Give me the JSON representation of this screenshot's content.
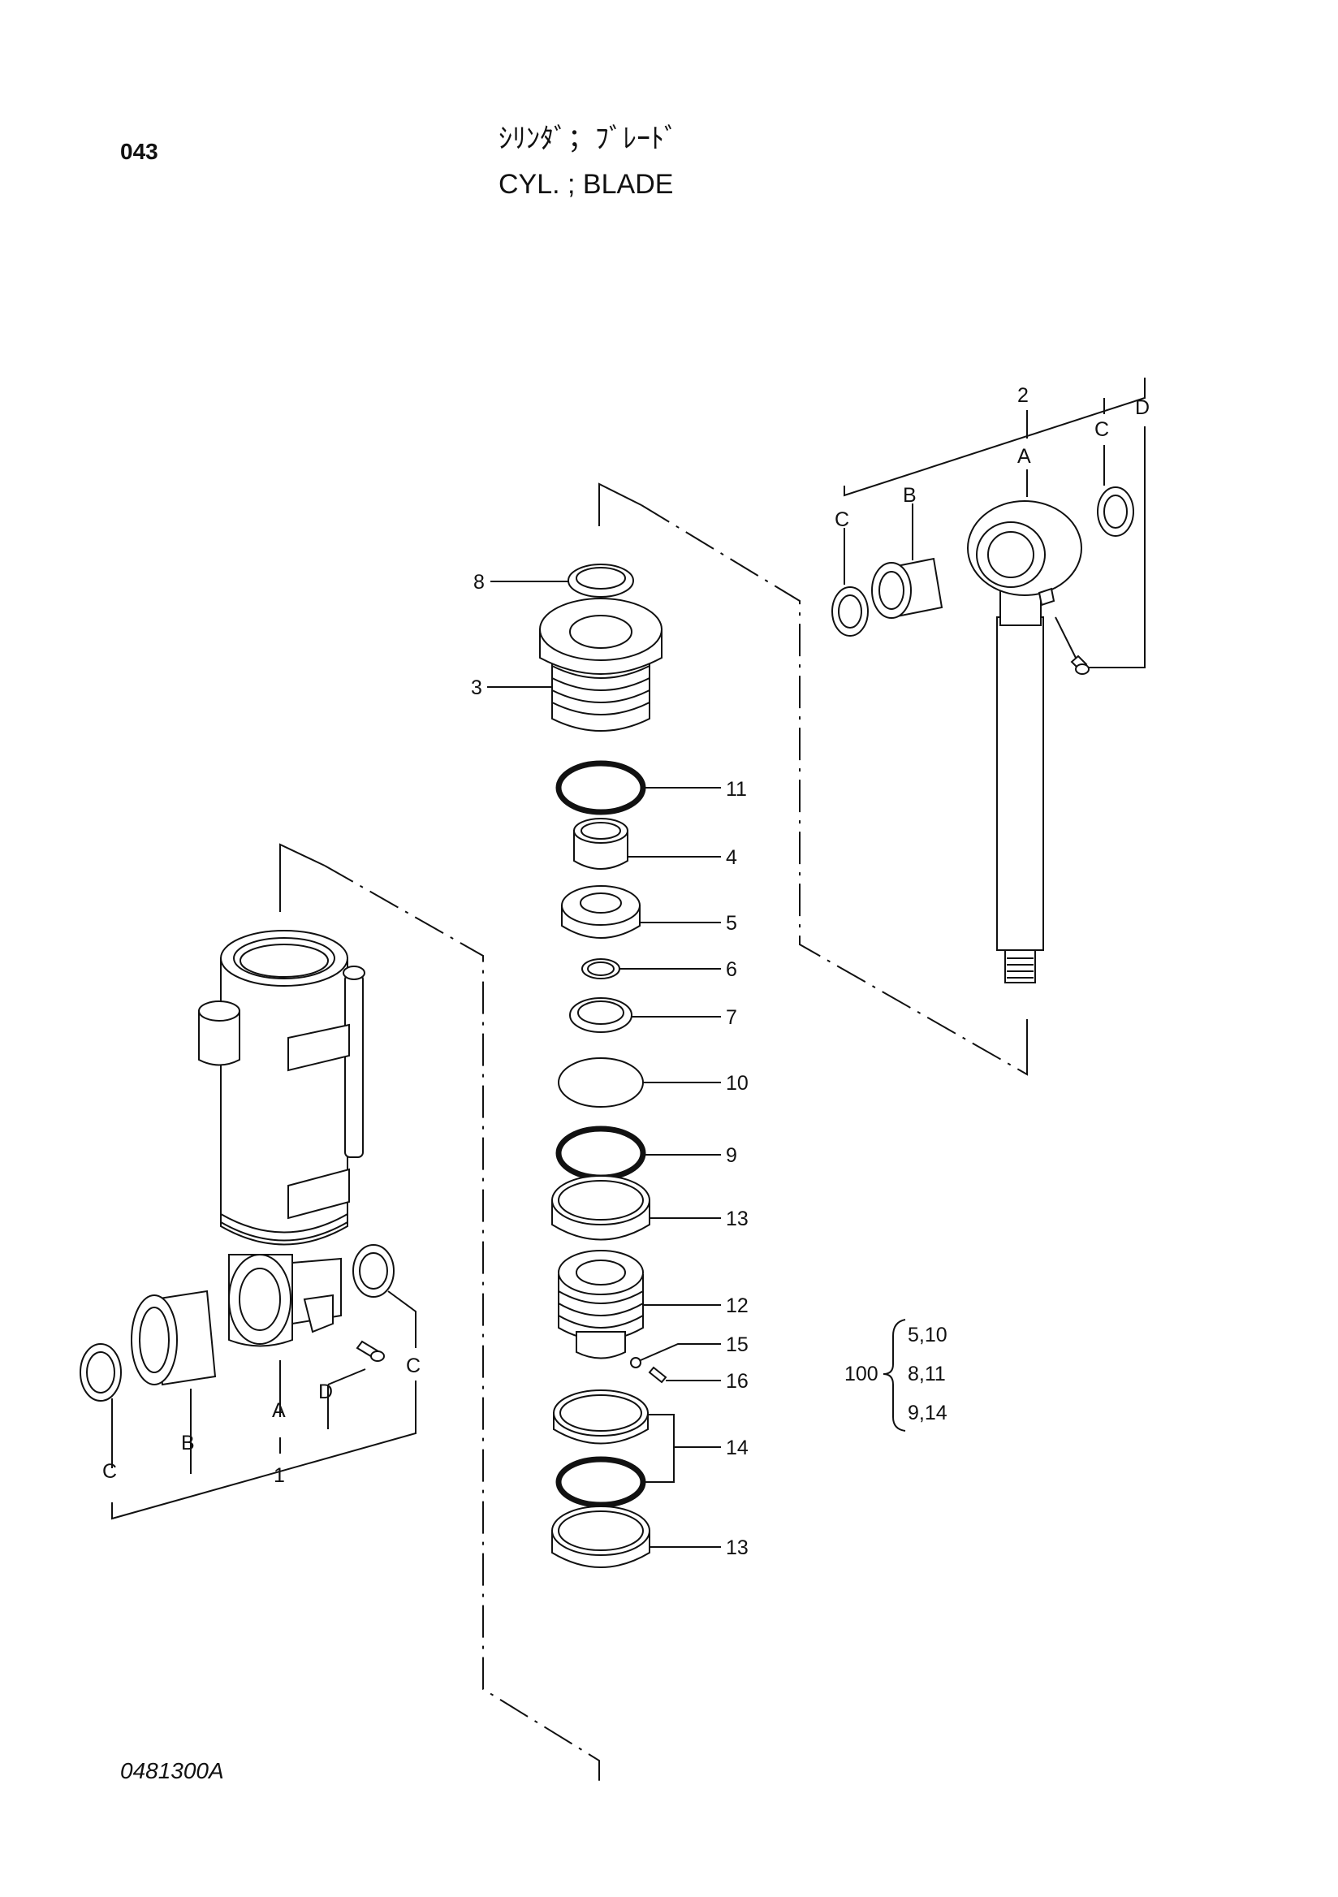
{
  "header": {
    "page_number": "043",
    "title_jp": "ｼﾘﾝﾀﾞ；ﾌﾞﾚｰﾄﾞ",
    "title_en": "CYL. ; BLADE"
  },
  "footer": {
    "drawing_code": "0481300A"
  },
  "callouts": {
    "c1": "1",
    "c2": "2",
    "c3": "3",
    "c4": "4",
    "c5": "5",
    "c6": "6",
    "c7": "7",
    "c8": "8",
    "c9": "9",
    "c10": "10",
    "c11": "11",
    "c12": "12",
    "c13a": "13",
    "c13b": "13",
    "c14": "14",
    "c15": "15",
    "c16": "16"
  },
  "tube_letters": {
    "a": "A",
    "b": "B",
    "c1": "C",
    "c2": "C",
    "d": "D"
  },
  "rod_letters": {
    "a": "A",
    "b": "B",
    "c1": "C",
    "c2": "C",
    "d": "D"
  },
  "kit": {
    "number": "100",
    "rows": [
      "5,10",
      "8,11",
      "9,14"
    ]
  }
}
